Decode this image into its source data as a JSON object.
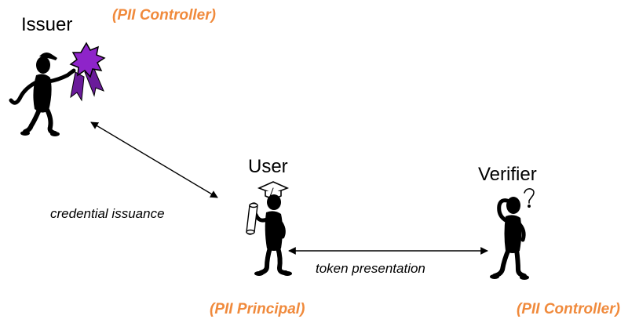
{
  "issuer": {
    "name": "Issuer",
    "role": "(PII Controller)"
  },
  "user": {
    "name": "User",
    "role": "(PII Principal)"
  },
  "verifier": {
    "name": "Verifier",
    "role": "(PII Controller)"
  },
  "flows": {
    "issuance": "credential issuance",
    "presentation": "token presentation"
  },
  "colors": {
    "role_text": "#f08a3c",
    "badge": "#8e24c9",
    "figure": "#000000"
  },
  "icons": [
    "issuer-figure-icon",
    "award-ribbon-icon",
    "graduate-figure-icon",
    "diploma-icon",
    "thinking-figure-icon",
    "question-mark-icon"
  ]
}
